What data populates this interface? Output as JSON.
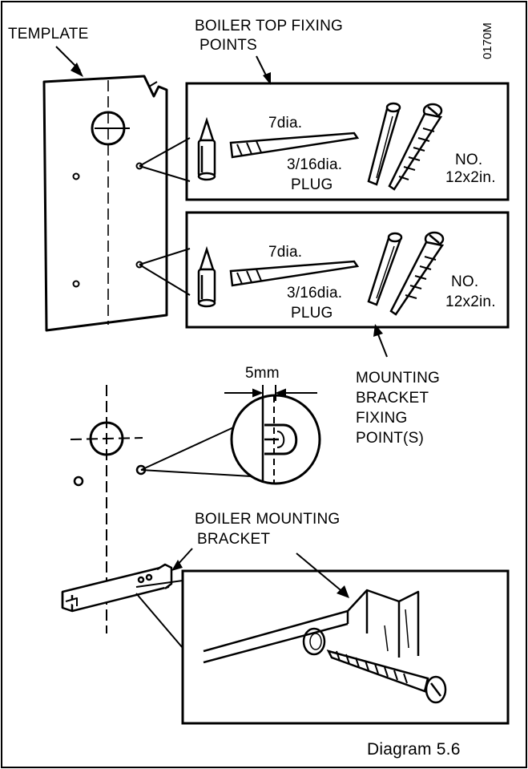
{
  "labels": {
    "template": "TEMPLATE",
    "boiler_top_l1": "BOILER TOP FIXING",
    "boiler_top_l2": "POINTS",
    "figure_code": "0170M",
    "drill_size": "7dia.",
    "plug_l1": "3/16dia.",
    "plug_l2": "PLUG",
    "screw_l1": "NO.",
    "screw_l2": "12x2in.",
    "gap": "5mm",
    "mounting_l1": "MOUNTING",
    "mounting_l2": "BRACKET",
    "mounting_l3": "FIXING",
    "mounting_l4": "POINT(S)",
    "bracket_l1": "BOILER MOUNTING",
    "bracket_l2": "BRACKET",
    "caption": "Diagram 5.6"
  }
}
